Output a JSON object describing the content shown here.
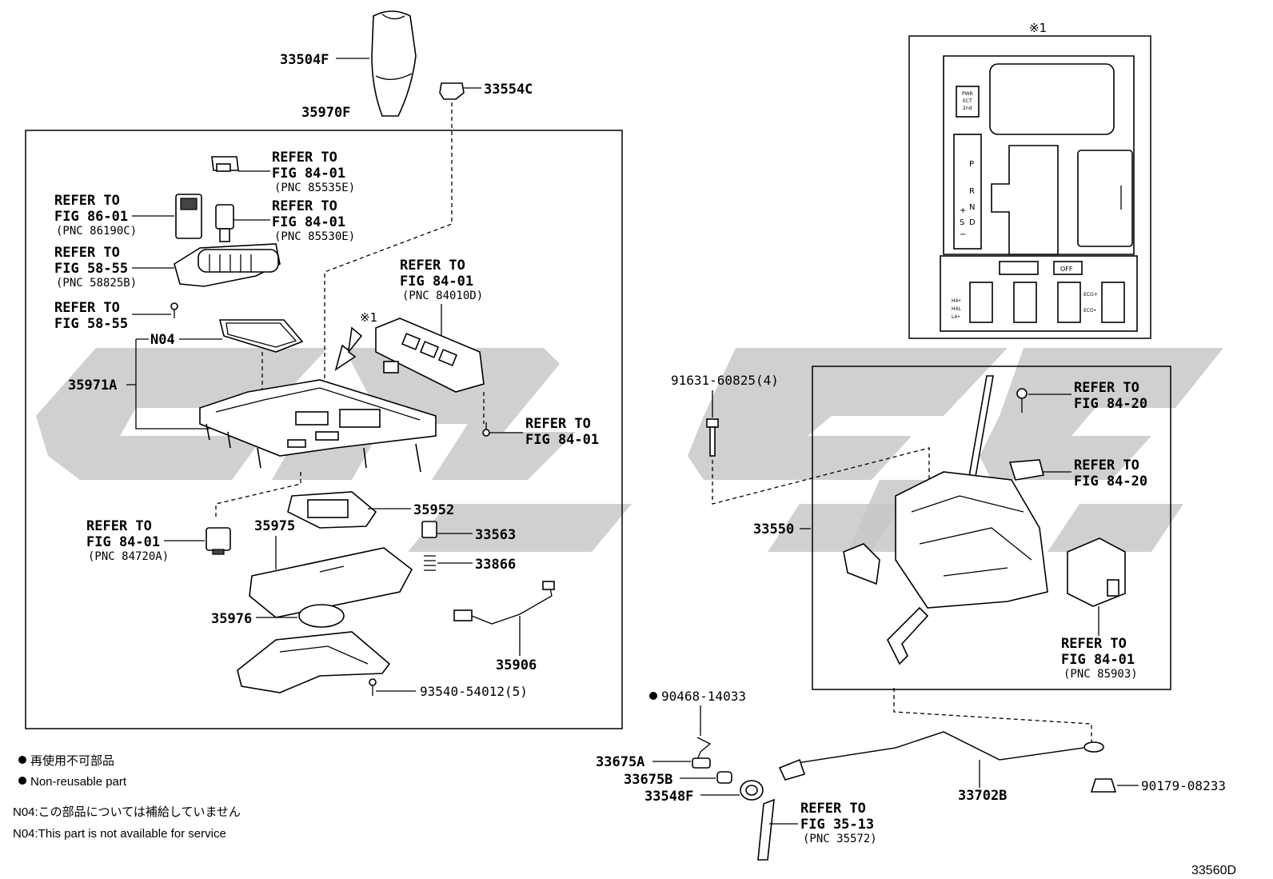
{
  "figure_code": "33560D",
  "watermark": "Gl-9C",
  "mark_x1": "※1",
  "legend": {
    "nr_jp": "再使用不可部品",
    "nr_en": "Non-reusable part",
    "n04_jp": "N04:この部品については補給していません",
    "n04_en": "N04:This part is not available for service"
  },
  "parts": {
    "p33504F": "33504F",
    "p33554C": "33554C",
    "p35970F": "35970F",
    "p35971A": "35971A",
    "p35952": "35952",
    "p35975": "35975",
    "p33563": "33563",
    "p33866": "33866",
    "p35976": "35976",
    "p35906": "35906",
    "p9354054012": "93540-54012(5)",
    "pN04": "N04",
    "p9163160825": "91631-60825(4)",
    "p33550": "33550",
    "p9046814033": "90468-14033",
    "p33675A": "33675A",
    "p33675B": "33675B",
    "p33548F": "33548F",
    "p33702B": "33702B",
    "p9017908233": "90179-08233"
  },
  "refs": {
    "r1": {
      "l1": "REFER TO",
      "l2": "FIG 84-01",
      "l3": "(PNC 85535E)"
    },
    "r2": {
      "l1": "REFER TO",
      "l2": "FIG 84-01",
      "l3": "(PNC 85530E)"
    },
    "r3": {
      "l1": "REFER TO",
      "l2": "FIG 86-01",
      "l3": "(PNC 86190C)"
    },
    "r4": {
      "l1": "REFER TO",
      "l2": "FIG 58-55",
      "l3": "(PNC 58825B)"
    },
    "r5": {
      "l1": "REFER TO",
      "l2": "FIG 58-55"
    },
    "r6": {
      "l1": "REFER TO",
      "l2": "FIG 84-01",
      "l3": "(PNC 84010D)"
    },
    "r7": {
      "l1": "REFER TO",
      "l2": "FIG 84-01"
    },
    "r8": {
      "l1": "REFER TO",
      "l2": "FIG 84-01",
      "l3": "(PNC 84720A)"
    },
    "r9": {
      "l1": "REFER TO",
      "l2": "FIG 84-20"
    },
    "r10": {
      "l1": "REFER TO",
      "l2": "FIG 84-20"
    },
    "r11": {
      "l1": "REFER TO",
      "l2": "FIG 84-01",
      "l3": "(PNC 85903)"
    },
    "r12": {
      "l1": "REFER TO",
      "l2": "FIG 35-13",
      "l3": "(PNC 35572)"
    }
  },
  "inset": {
    "gear_letters": [
      "P",
      "R",
      "N",
      "D"
    ],
    "plus": "+",
    "minus": "−",
    "s": "S",
    "mode_btn": [
      "PWR",
      "ECT",
      "2nd"
    ],
    "off_label": "OFF",
    "rows": [
      "H4•",
      "H4L",
      "L4•"
    ],
    "side_labels": [
      "ECO+",
      "ECO•"
    ]
  }
}
